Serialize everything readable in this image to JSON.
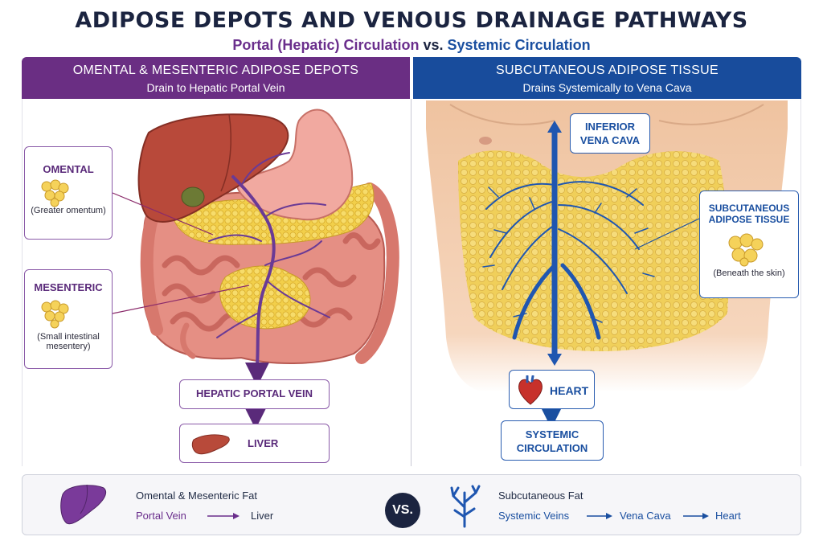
{
  "title": "ADIPOSE DEPOTS AND VENOUS DRAINAGE PATHWAYS",
  "subtitle": {
    "portal": "Portal (Hepatic) Circulation",
    "vs": "vs.",
    "systemic": "Systemic Circulation"
  },
  "left_panel": {
    "heading": "OMENTAL & MESENTERIC ADIPOSE DEPOTS",
    "subheading": "Drain to Hepatic Portal Vein",
    "omental": {
      "label": "OMENTAL",
      "note": "(Greater omentum)"
    },
    "mesenteric": {
      "label": "MESENTERIC",
      "note_line1": "(Small intestinal",
      "note_line2": "mesentery)"
    },
    "portal_vein_label": "HEPATIC PORTAL VEIN",
    "liver_label": "LIVER"
  },
  "right_panel": {
    "heading": "SUBCUTANEOUS ADIPOSE TISSUE",
    "subheading": "Drains Systemically to Vena Cava",
    "ivc_line1": "INFERIOR",
    "ivc_line2": "VENA CAVA",
    "sat_line1": "SUBCUTANEOUS",
    "sat_line2": "ADIPOSE TISSUE",
    "sat_note": "(Beneath the skin)",
    "heart_label": "HEART",
    "systemic_line1": "SYSTEMIC",
    "systemic_line2": "CIRCULATION"
  },
  "legend": {
    "left_title": "Omental & Mesenteric Fat",
    "left_from": "Portal Vein",
    "left_to": "Liver",
    "vs": "VS.",
    "right_title": "Subcutaneous Fat",
    "right_step1": "Systemic Veins",
    "right_step2": "Vena Cava",
    "right_step3": "Heart"
  },
  "colors": {
    "purple": "#6a2e83",
    "blue": "#184c9c",
    "fat_yellow": "#f2cf4a",
    "skin": "#f3c9a8",
    "liver": "#b84a3a"
  }
}
